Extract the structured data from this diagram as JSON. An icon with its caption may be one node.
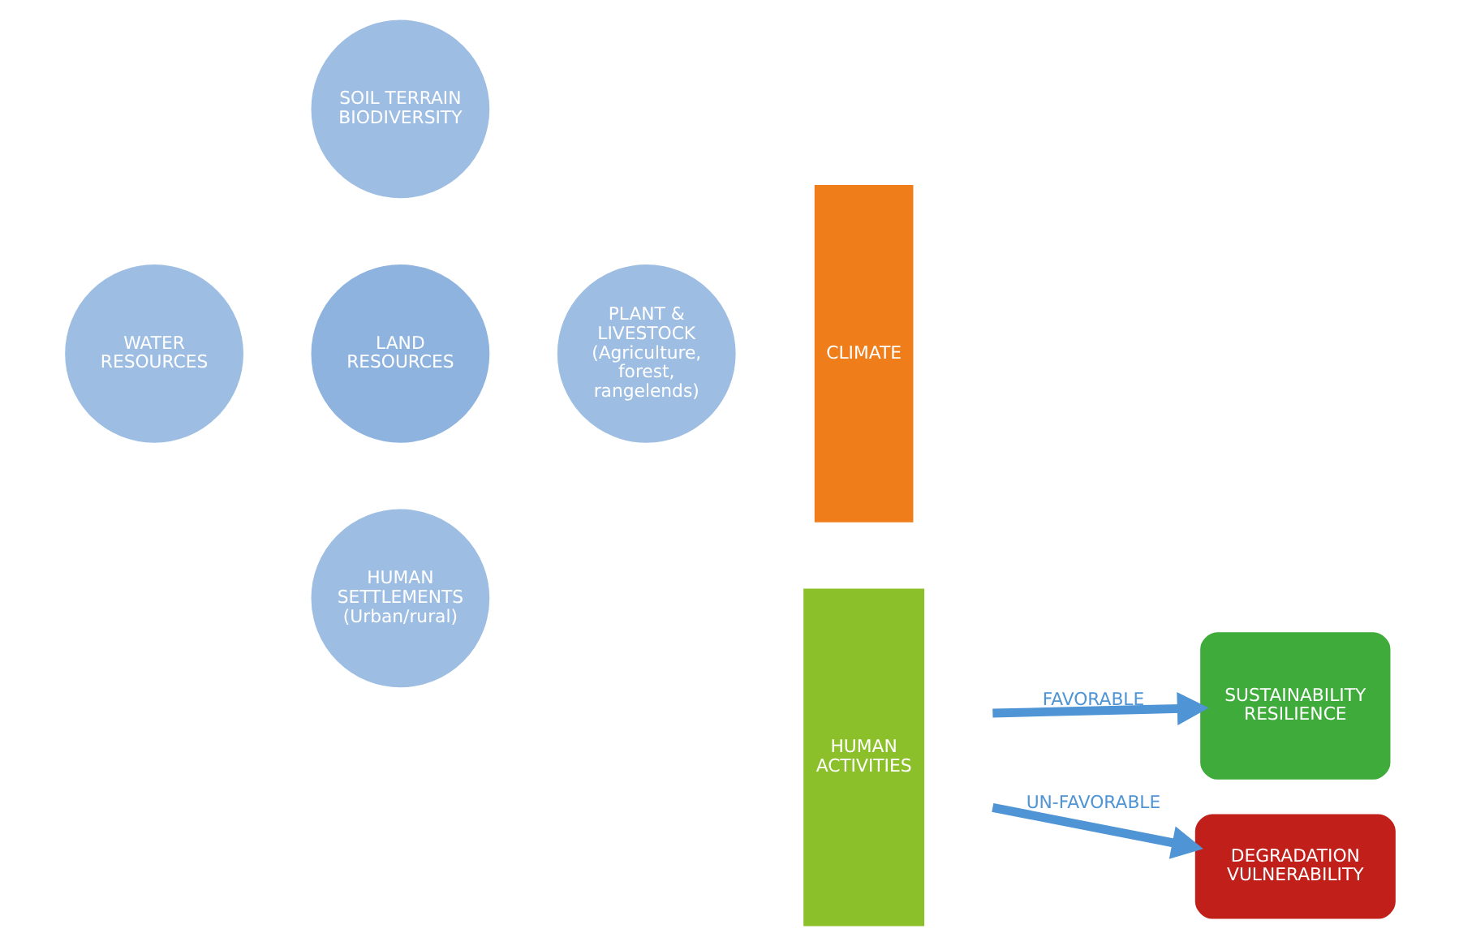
{
  "diagram": {
    "nodes": [
      {
        "text": [
          "SOIL TERRAIN BIODIVERSITY"
        ]
      },
      {
        "text": [
          "WATER RESOURCES"
        ]
      },
      {
        "text": [
          "LAND RESOURCES"
        ]
      },
      {
        "text": [
          "PLANT & LIVESTOCK (Agriculture, forest, rangelends)"
        ]
      },
      {
        "text": [
          "HUMAN SETTLEMENTS (Urban/rural)"
        ]
      },
      {
        "text": [
          "CLIMATE"
        ]
      },
      {
        "text": [
          "HUMAN ACTIVITIES"
        ]
      },
      {
        "text": [
          "SUSTAINABILITY RESILIENCE"
        ]
      },
      {
        "text": [
          "DEGRADATION VULNERABILITY"
        ]
      }
    ],
    "edges": [
      {
        "from": null,
        "to": 7,
        "arrow": "to",
        "label": "FAVORABLE"
      },
      {
        "from": null,
        "to": 8,
        "arrow": "to",
        "label": "UN-FAVORABLE"
      }
    ]
  }
}
